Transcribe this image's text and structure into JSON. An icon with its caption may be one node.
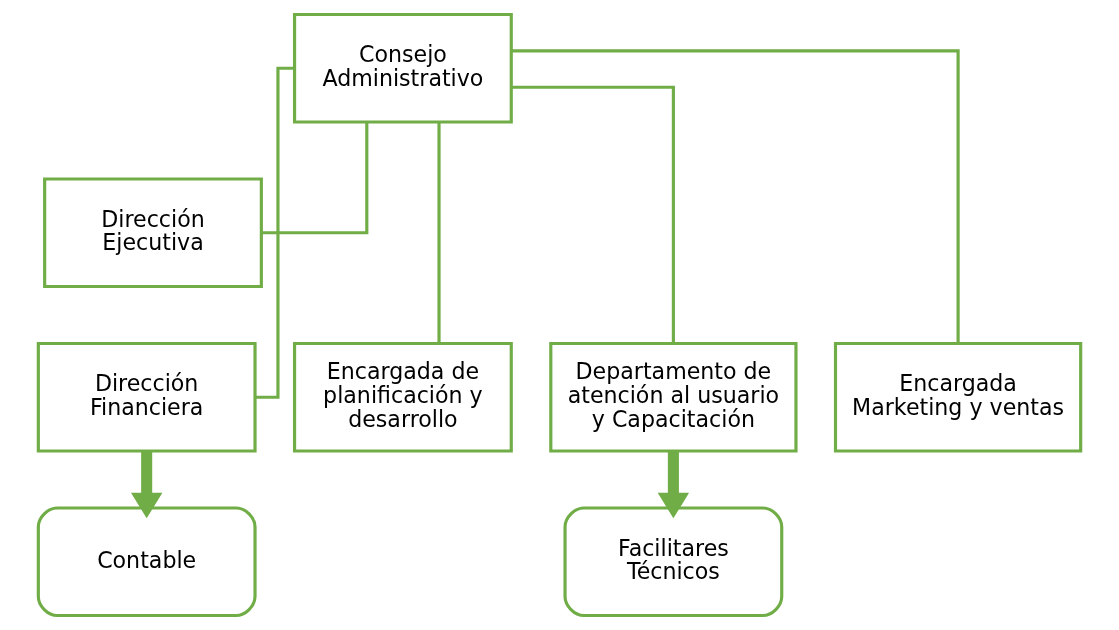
{
  "diagram": {
    "nodes": [
      {
        "text": [
          "Consejo Administrativo"
        ]
      },
      {
        "text": [
          "Dirección Ejecutiva"
        ]
      },
      {
        "text": [
          "Dirección Financiera"
        ]
      },
      {
        "text": [
          "Encargada de planificación y desarrollo"
        ]
      },
      {
        "text": [
          "Departamento de atención al usuario y Capacitación"
        ]
      },
      {
        "text": [
          "Encargada Marketing y ventas"
        ]
      },
      {
        "text": [
          "Contable"
        ]
      },
      {
        "text": [
          "Facilitares Técnicos"
        ]
      }
    ],
    "edges": [
      {
        "from": 0,
        "to": 1,
        "arrow": "none"
      },
      {
        "from": 0,
        "to": 2,
        "arrow": "none"
      },
      {
        "from": 0,
        "to": 3,
        "arrow": "none"
      },
      {
        "from": 0,
        "to": 4,
        "arrow": "none"
      },
      {
        "from": 0,
        "to": 5,
        "arrow": "none"
      },
      {
        "from": 2,
        "to": 6,
        "arrow": "to",
        "style": "thick"
      },
      {
        "from": 4,
        "to": 7,
        "arrow": "to",
        "style": "thick"
      }
    ]
  }
}
